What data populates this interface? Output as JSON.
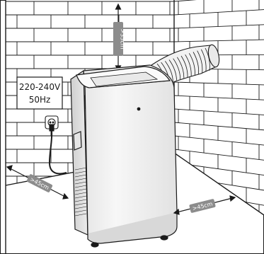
{
  "power_label": {
    "voltage": "220-240V",
    "frequency": "50Hz"
  },
  "clearances": {
    "top": ">35cm",
    "left": ">45cm",
    "right": ">45cm"
  },
  "colors": {
    "line": "#1a1a1a",
    "tag": "#8c8c8c",
    "unit_body": "#f4f4f4",
    "unit_shade": "#d9d9d9",
    "background": "#ffffff"
  }
}
